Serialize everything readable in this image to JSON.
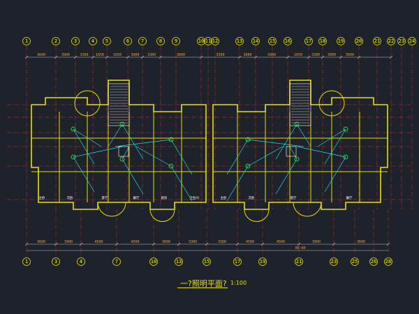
{
  "drawing": {
    "title": "一?照明平面?",
    "scale": "1:100"
  },
  "top_axes": [
    "1",
    "2",
    "3",
    "4",
    "5",
    "6",
    "7",
    "8",
    "9",
    "10",
    "11",
    "12",
    "13",
    "14",
    "15",
    "16",
    "17",
    "18",
    "19",
    "20",
    "21",
    "22",
    "23",
    "24"
  ],
  "bottom_axes": [
    "1",
    "3",
    "4",
    "7",
    "10",
    "13",
    "15",
    "17",
    "19",
    "21",
    "23",
    "25",
    "26",
    "28"
  ],
  "top_dims": [
    "3600",
    "3900",
    "3300",
    "1650",
    "1650",
    "3900",
    "3300",
    "3600",
    "3300",
    "3600",
    "3900",
    "1650",
    "3300",
    "3900",
    "3600"
  ],
  "bottom_dims": [
    "3600",
    "3900",
    "4500",
    "4500",
    "3600",
    "3300",
    "3300",
    "4500",
    "4500",
    "3900",
    "3600"
  ],
  "overall_dim": "00:00",
  "colors": {
    "background": "#1e222b",
    "wall": "#e8e000",
    "wiring": "#19e3e3",
    "fixture": "#33ff33",
    "axis": "#d42a2a",
    "bubble": "#e8e000"
  },
  "room_labels": [
    "主卧",
    "次卧",
    "客厅",
    "餐厅",
    "厨房",
    "卫生间",
    "主卧",
    "次卧",
    "客厅",
    "餐厅"
  ]
}
